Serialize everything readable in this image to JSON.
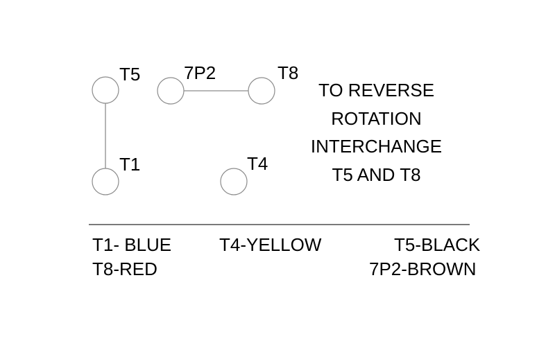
{
  "colors": {
    "background": "#ffffff",
    "text": "#000000",
    "circle_stroke": "#8c8c8c",
    "wire": "#8c8c8c",
    "divider": "#7a7a7a"
  },
  "diagram": {
    "terminals": [
      {
        "label": "T5"
      },
      {
        "label": "7P2"
      },
      {
        "label": "T8"
      },
      {
        "label": "T1"
      },
      {
        "label": "T4"
      }
    ],
    "connections": [
      {
        "from": "T5",
        "to": "T1"
      },
      {
        "from": "7P2",
        "to": "T8"
      }
    ]
  },
  "note": {
    "line1": "TO REVERSE",
    "line2": "ROTATION",
    "line3": "INTERCHANGE",
    "line4": "T5 AND T8"
  },
  "legend": {
    "t1": "T1- BLUE",
    "t4": "T4-YELLOW",
    "t5": "T5-BLACK",
    "t8": "T8-RED",
    "p2": "7P2-BROWN"
  }
}
